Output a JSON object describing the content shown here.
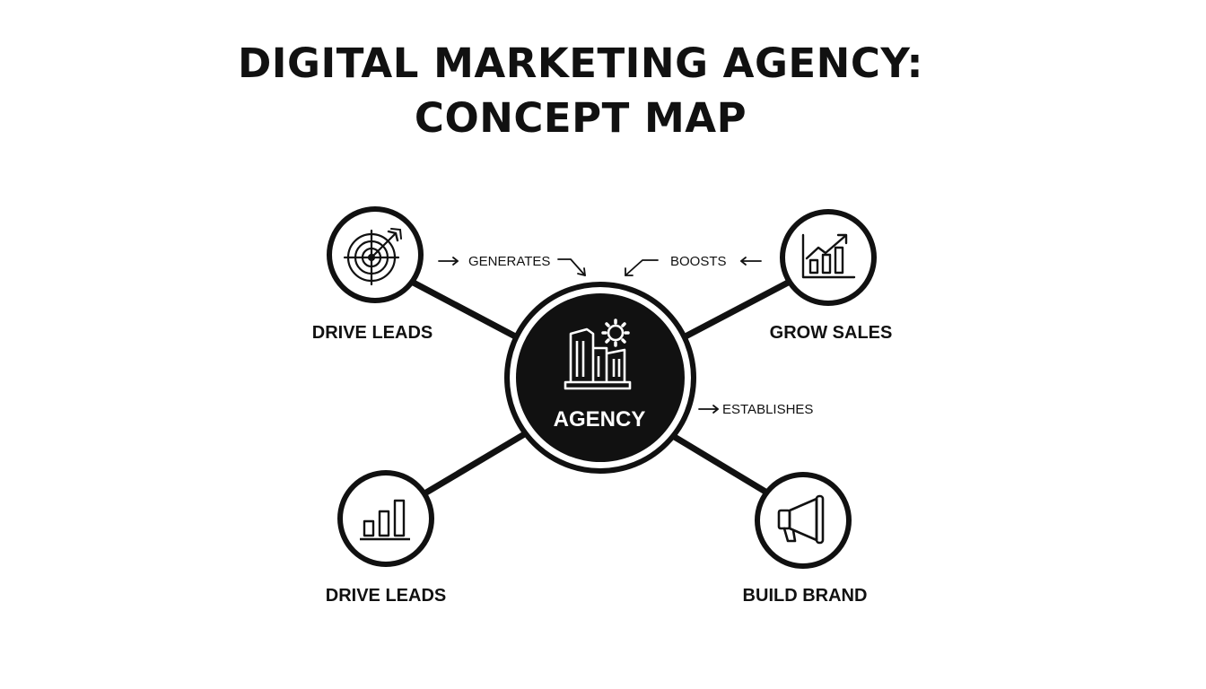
{
  "title": {
    "line1": "DIGITAL MARKETING AGENCY:",
    "line2": "CONCEPT MAP"
  },
  "center": {
    "label": "AGENCY",
    "icon": "building-gear-icon"
  },
  "nodes": [
    {
      "id": "top-left",
      "label": "DRIVE LEADS",
      "icon": "target-arrow-icon"
    },
    {
      "id": "top-right",
      "label": "GROW SALES",
      "icon": "growth-chart-icon"
    },
    {
      "id": "bottom-left",
      "label": "DRIVE LEADS",
      "icon": "bar-chart-icon"
    },
    {
      "id": "bottom-right",
      "label": "BUILD BRAND",
      "icon": "megaphone-icon"
    }
  ],
  "edges": [
    {
      "label": "GENERATES"
    },
    {
      "label": "BOOSTS"
    },
    {
      "label": "ESTABLISHES"
    }
  ],
  "colors": {
    "ink": "#111111",
    "background": "#ffffff",
    "center_fill": "#111111"
  }
}
